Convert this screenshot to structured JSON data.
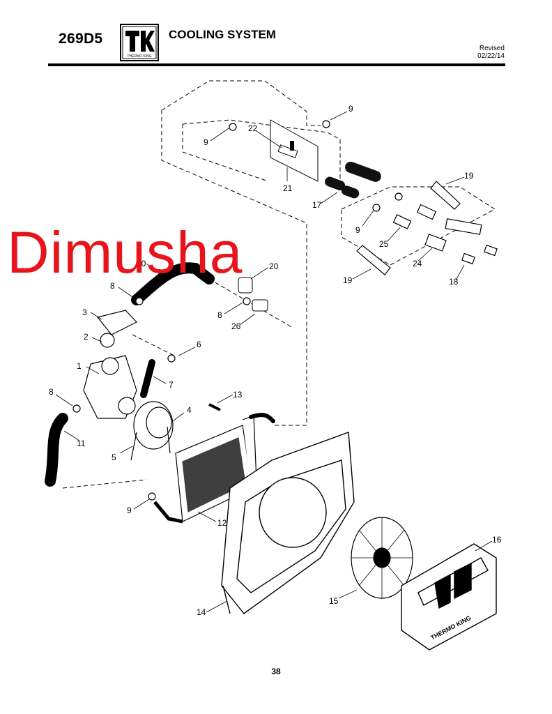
{
  "header": {
    "model": "269D5",
    "title": "COOLING SYSTEM",
    "revised_label": "Revised",
    "revised_date": "02/22/14",
    "logo_caption": "THERMO KING",
    "logo_letters": "TK"
  },
  "watermark": "Dimusha",
  "diagram": {
    "callouts": [
      "1",
      "2",
      "3",
      "4",
      "5",
      "6",
      "7",
      "8",
      "8",
      "8",
      "9",
      "9",
      "9",
      "9",
      "10",
      "11",
      "12",
      "13",
      "14",
      "15",
      "16",
      "17",
      "18",
      "19",
      "19",
      "20",
      "21",
      "22",
      "24",
      "25",
      "26"
    ],
    "shroud_brand": "THERMO KING"
  },
  "footer": {
    "page_number": "38"
  }
}
